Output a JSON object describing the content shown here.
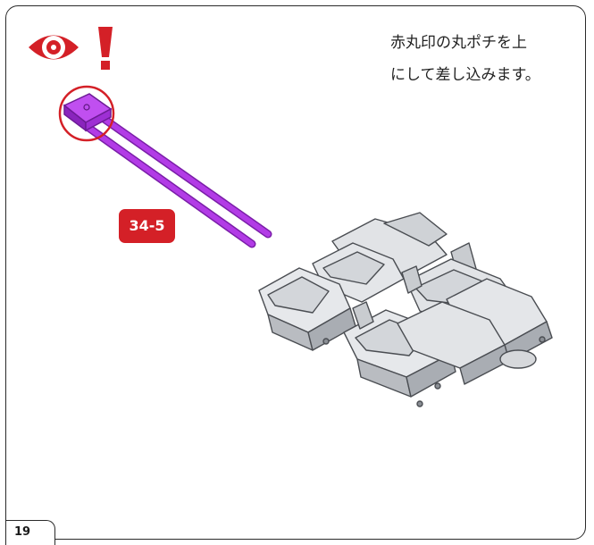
{
  "instruction": {
    "line1": "赤丸印の丸ポチを上",
    "line2": "にして差し込みます。"
  },
  "part_label": "34-5",
  "page_number": "19",
  "icons": {
    "alert": "eye-exclamation-icon"
  },
  "colors": {
    "accent_red": "#d42027",
    "part_purple": "#a22ad6",
    "grey_part": "#d6d8db"
  }
}
